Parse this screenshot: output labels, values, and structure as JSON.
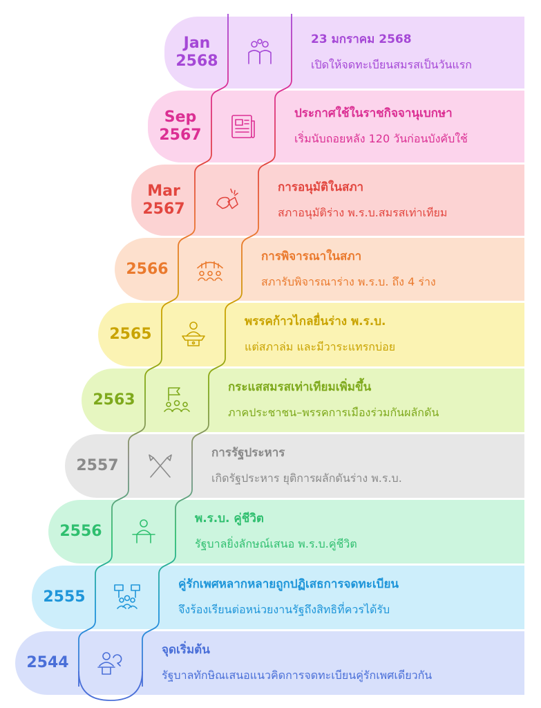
{
  "milestones": [
    {
      "year": "Jan 2568",
      "title": "23 มกราคม 2568",
      "desc": "เปิดให้จดทะเบียนสมรสเป็นวันแรก",
      "icon": "couple-with-flower-icon",
      "bg": "#efd9fb",
      "color": "#a548d6"
    },
    {
      "year": "Sep 2567",
      "title": "ประกาศใช้ในราชกิจจานุเบกษา",
      "desc": "เริ่มนับถอยหลัง 120 วันก่อนบังคับใช้",
      "icon": "newspaper-icon",
      "bg": "#fcd4ec",
      "color": "#db2f93"
    },
    {
      "year": "Mar 2567",
      "title": "การอนุมัติในสภา",
      "desc": "สภาอนุมัติร่าง พ.ร.บ.สมรสเท่าเทียม",
      "icon": "celebration-hand-icon",
      "bg": "#fcd3d3",
      "color": "#e2463f"
    },
    {
      "year": "2566",
      "title": "การพิจารณาในสภา",
      "desc": "สภารับพิจารณาร่าง พ.ร.บ. ถึง 4 ร่าง",
      "icon": "parliament-icon",
      "bg": "#fde0cd",
      "color": "#ea7a2e"
    },
    {
      "year": "2565",
      "title": "พรรคก้าวไกลยื่นร่าง พ.ร.บ.",
      "desc": "แต่สภาล่ม และมีวาระแทรกบ่อย",
      "icon": "speaker-at-podium-icon",
      "bg": "#fbf3b3",
      "color": "#c9a300"
    },
    {
      "year": "2563",
      "title": "กระแสสมรสเท่าเทียมเพิ่มขึ้น",
      "desc": "ภาคประชาชน–พรรคการเมืองร่วมกันผลักดัน",
      "icon": "people-with-flag-icon",
      "bg": "#e6f6c0",
      "color": "#7ea91c"
    },
    {
      "year": "2557",
      "title": "การรัฐประหาร",
      "desc": "เกิดรัฐประหาร ยุติการผลักดันร่าง พ.ร.บ.",
      "icon": "crossed-flags-icon",
      "bg": "#e7e7e7",
      "color": "#8a8a8a"
    },
    {
      "year": "2556",
      "title": "พ.ร.บ. คู่ชีวิต",
      "desc": "รัฐบาลยิ่งลักษณ์เสนอ พ.ร.บ.คู่ชีวิต",
      "icon": "person-at-podium-icon",
      "bg": "#ccf5de",
      "color": "#2fbf6f"
    },
    {
      "year": "2555",
      "title": "คู่รักเพศหลากหลายถูกปฏิเสธการจดทะเบียน",
      "desc": "จึงร้องเรียนต่อหน่วยงานรัฐถึงสิทธิที่ควรได้รับ",
      "icon": "protest-crowd-icon",
      "bg": "#cdeefb",
      "color": "#1e95d9"
    },
    {
      "year": "2544",
      "title": "จุดเริ่มต้น",
      "desc": "รัฐบาลทักษิณเสนอแนวคิดการจดทะเบียนคู่รักเพศเดียวกัน",
      "icon": "presenter-icon",
      "bg": "#d8e0fb",
      "color": "#4a6fd8"
    }
  ]
}
